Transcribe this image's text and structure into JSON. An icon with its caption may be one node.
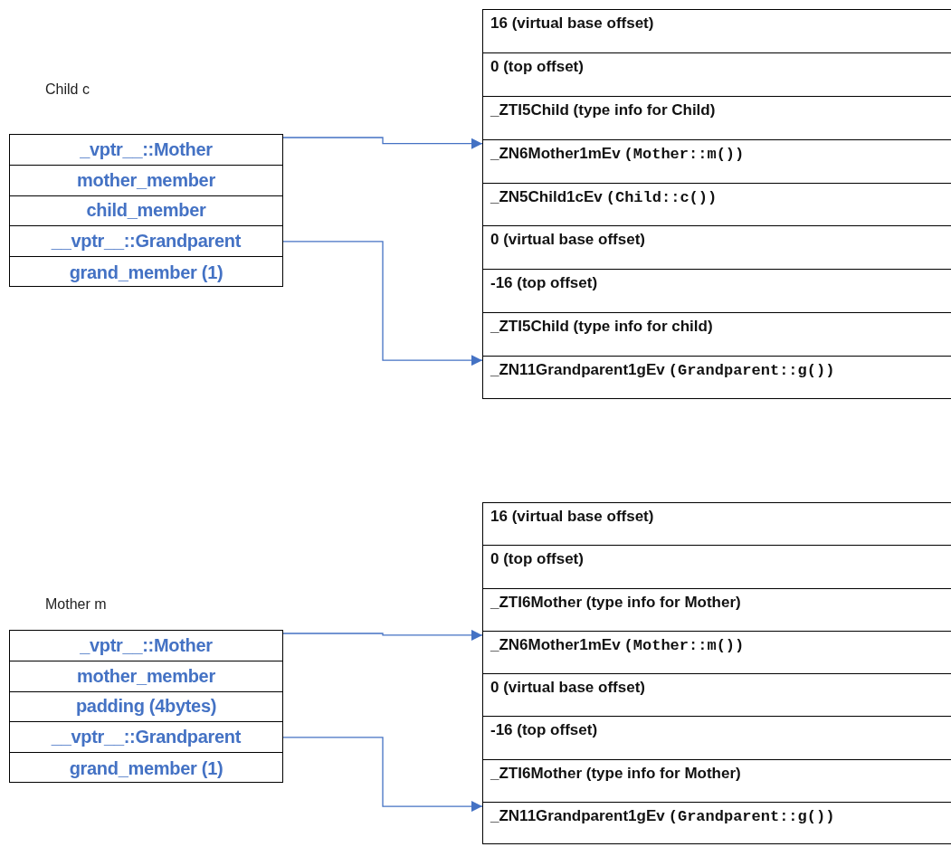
{
  "diagram": {
    "nodes": [
      {
        "text": [
          "Child c"
        ]
      },
      {
        "text": [
          "_vptr__::Mother"
        ],
        "in": 0
      },
      {
        "text": [
          "mother_member"
        ],
        "in": 0
      },
      {
        "text": [
          "child_member"
        ],
        "in": 0
      },
      {
        "text": [
          "__vptr__::Grandparent"
        ],
        "in": 0
      },
      {
        "text": [
          "grand_member (1)"
        ],
        "in": 0
      },
      {
        "text": [],
        "shape": "box"
      },
      {
        "text": [
          "16 (virtual base offset)"
        ],
        "in": 6
      },
      {
        "text": [
          "0 (top offset)"
        ],
        "in": 6
      },
      {
        "text": [
          "_ZTI5Child (type info for Child)"
        ],
        "in": 6
      },
      {
        "text": [
          "_ZN6Mother1mEv",
          "(Mother::m())"
        ],
        "in": 6
      },
      {
        "text": [
          "_ZN5Child1cEv",
          "(Child::c())"
        ],
        "in": 6
      },
      {
        "text": [
          "0 (virtual base offset)"
        ],
        "in": 6
      },
      {
        "text": [
          "-16 (top offset)"
        ],
        "in": 6
      },
      {
        "text": [
          "_ZTI5Child (type info for child)"
        ],
        "in": 6
      },
      {
        "text": [
          "_ZN11Grandparent1gEv",
          "(Grandparent::g())"
        ],
        "in": 6
      },
      {
        "text": [
          "Mother m"
        ]
      },
      {
        "text": [
          "_vptr__::Mother"
        ],
        "in": 16
      },
      {
        "text": [
          "mother_member"
        ],
        "in": 16
      },
      {
        "text": [
          "padding (4bytes)"
        ],
        "in": 16
      },
      {
        "text": [
          "__vptr__::Grandparent"
        ],
        "in": 16
      },
      {
        "text": [
          "grand_member (1)"
        ],
        "in": 16
      },
      {
        "text": [],
        "shape": "box"
      },
      {
        "text": [
          "16 (virtual base offset)"
        ],
        "in": 22
      },
      {
        "text": [
          "0 (top offset)"
        ],
        "in": 22
      },
      {
        "text": [
          "_ZTI6Mother (type info for Mother)"
        ],
        "in": 22
      },
      {
        "text": [
          "_ZN6Mother1mEv",
          "(Mother::m())"
        ],
        "in": 22
      },
      {
        "text": [
          "0 (virtual base offset)"
        ],
        "in": 22
      },
      {
        "text": [
          "-16 (top offset)"
        ],
        "in": 22
      },
      {
        "text": [
          "_ZTI6Mother (type info for Mother)"
        ],
        "in": 22
      },
      {
        "text": [
          "_ZN11Grandparent1gEv",
          "(Grandparent::g())"
        ],
        "in": 22
      }
    ],
    "edges": [
      {
        "from": 1,
        "to": 10,
        "arrow": "to"
      },
      {
        "from": 4,
        "to": 15,
        "arrow": "to"
      },
      {
        "from": 17,
        "to": 26,
        "arrow": "to"
      },
      {
        "from": 20,
        "to": 30,
        "arrow": "to"
      }
    ]
  }
}
